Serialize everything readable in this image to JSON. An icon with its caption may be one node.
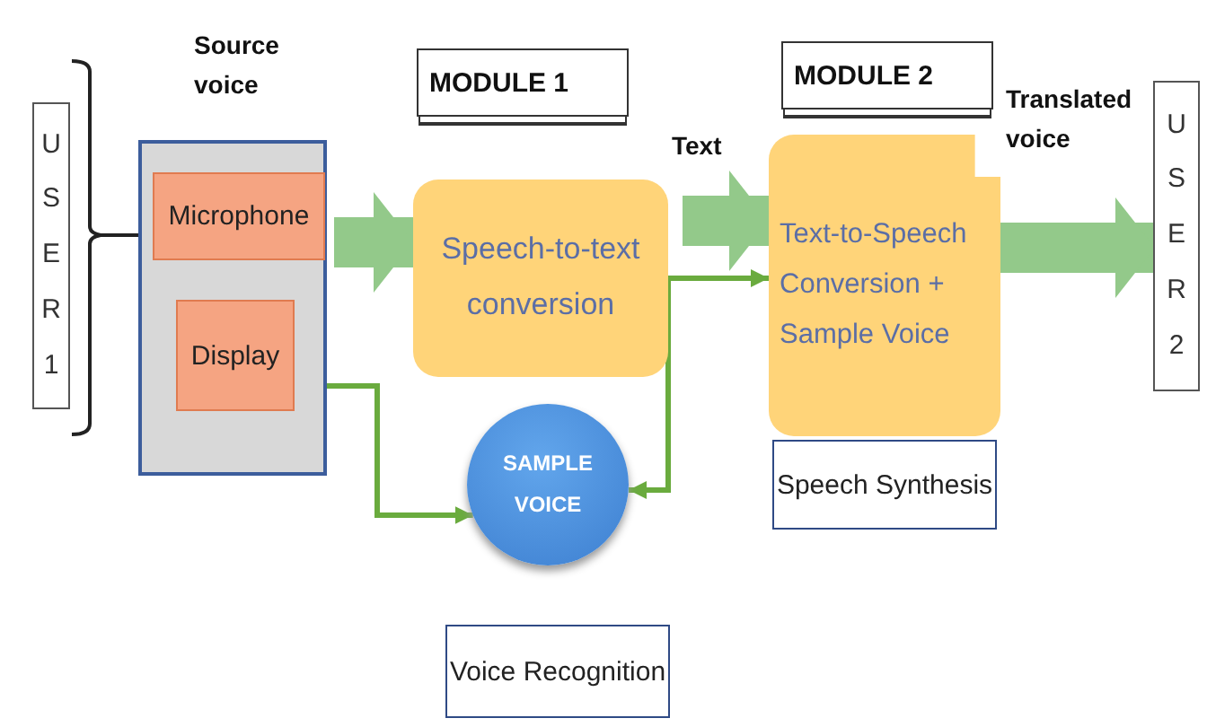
{
  "diagram": {
    "nodes": [
      {
        "text": [
          "U S E R 1"
        ]
      },
      {
        "text": [],
        "shape": "box",
        "beside": [
          "Source voice"
        ]
      },
      {
        "text": [
          "Microphone"
        ],
        "in": 1
      },
      {
        "text": [
          "Display"
        ],
        "in": 1
      },
      {
        "text": [
          "MODULE 1"
        ]
      },
      {
        "text": [
          "Speech-to-text conversion"
        ]
      },
      {
        "text": [
          "MODULE 2"
        ]
      },
      {
        "text": [
          "Text-to-Speech Conversion + Sample Voice"
        ]
      },
      {
        "text": [
          "Speech Synthesis"
        ]
      },
      {
        "text": [
          "SAMPLE VOICE"
        ]
      },
      {
        "text": [
          "Voice Recognition"
        ]
      },
      {
        "text": [
          "U S E R 2"
        ]
      }
    ],
    "edges": [
      {
        "from": 0,
        "to": 1,
        "arrow": "none",
        "color": "#222222"
      },
      {
        "from": 1,
        "to": 5,
        "arrow": "to",
        "style": "thick"
      },
      {
        "from": 5,
        "to": 7,
        "arrow": "to",
        "style": "thick",
        "label": "Text"
      },
      {
        "from": 7,
        "to": 11,
        "arrow": "to",
        "style": "thick",
        "label": "Translated voice"
      },
      {
        "from": 3,
        "to": 9,
        "arrow": "to"
      },
      {
        "from": 9,
        "to": 7,
        "arrow": "both"
      }
    ]
  }
}
